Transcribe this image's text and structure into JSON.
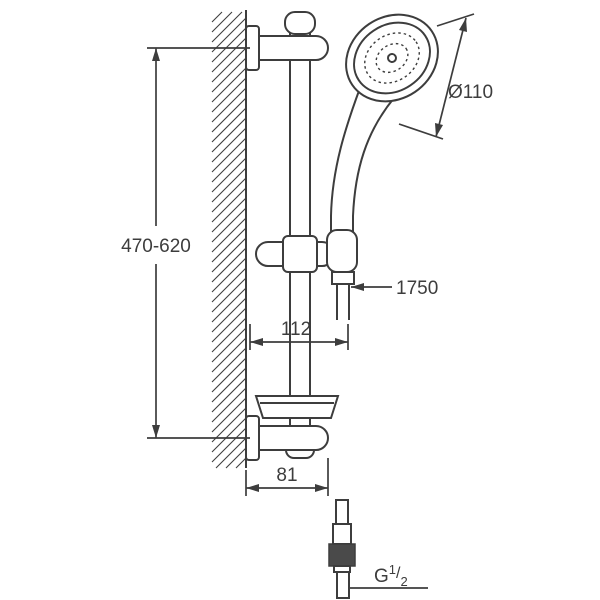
{
  "dimensions": {
    "rail_height_range": "470-620",
    "head_diameter": "Ø110",
    "hose_length": "1750",
    "wall_to_hose": "112",
    "wall_to_rail_end": "81"
  },
  "thread": {
    "letter": "G",
    "numerator": "1",
    "fraction_slash": "/",
    "denominator": "2"
  },
  "colors": {
    "line": "#3d3d3d",
    "background": "#ffffff",
    "knurl_fill": "#4a4a4a"
  }
}
